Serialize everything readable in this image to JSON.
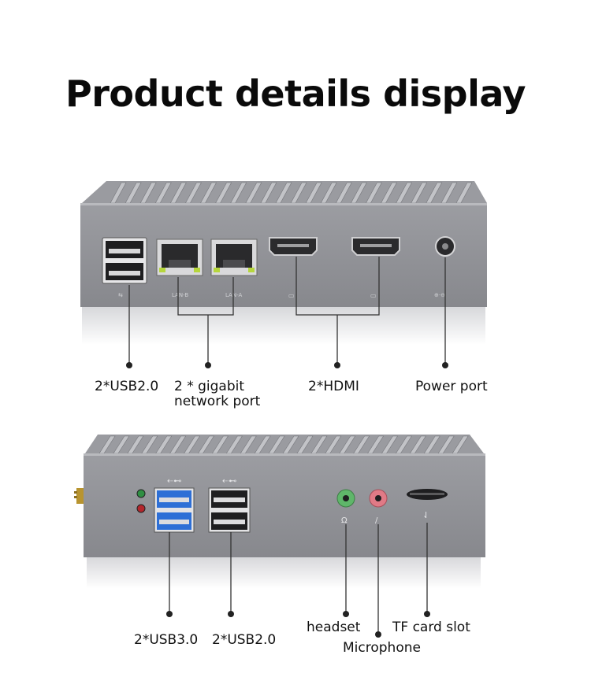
{
  "title": "Product details display",
  "top_panel": {
    "labels": {
      "usb2": "2*USB2.0",
      "lan_line1": "2 * gigabit",
      "lan_line2": "network port",
      "hdmi": "2*HDMI",
      "power": "Power port"
    },
    "port_silk": {
      "usb": "⇆",
      "lan_b": "LAN-B",
      "lan_a": "LAN-A",
      "hdmi": "▭",
      "dc": "⊕·⊖"
    }
  },
  "bottom_panel": {
    "labels": {
      "usb3": "2*USB3.0",
      "usb2": "2*USB2.0",
      "headset": "headset",
      "microphone": "Microphone",
      "tf": "TF card slot"
    }
  },
  "colors": {
    "chassis": "#8f9095",
    "chassis_dark": "#6e6f74",
    "usb3_blue": "#2d6fd6",
    "audio_green": "#5fb66a",
    "audio_pink": "#e07a86",
    "led_green": "#2f8f43",
    "led_red": "#b3262c"
  }
}
